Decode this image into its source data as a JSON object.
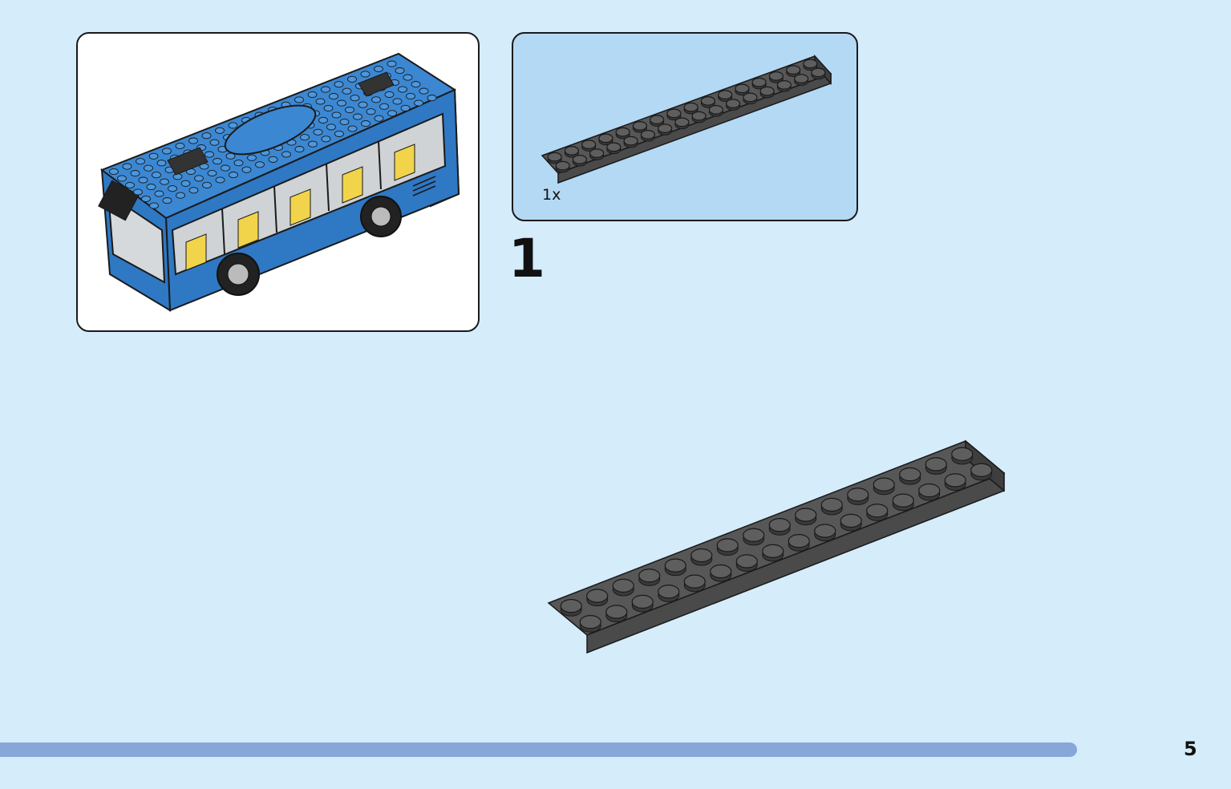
{
  "step": {
    "number": "1"
  },
  "parts_callout": {
    "items": [
      {
        "quantity": "1x",
        "icon": "dark-gray-plate-2x16-icon"
      }
    ]
  },
  "main_build": {
    "icon": "dark-gray-plate-2x16-icon"
  },
  "model_preview": {
    "icon": "blue-city-bus-model-icon"
  },
  "footer": {
    "page_number": "5",
    "progress": 0.935
  },
  "colors": {
    "background": "#d5ecfb",
    "parts_panel": "#b4d9f5",
    "progress_bar": "#86a7d8",
    "bus_blue": "#2f78c4",
    "plate_gray": "#575757"
  }
}
